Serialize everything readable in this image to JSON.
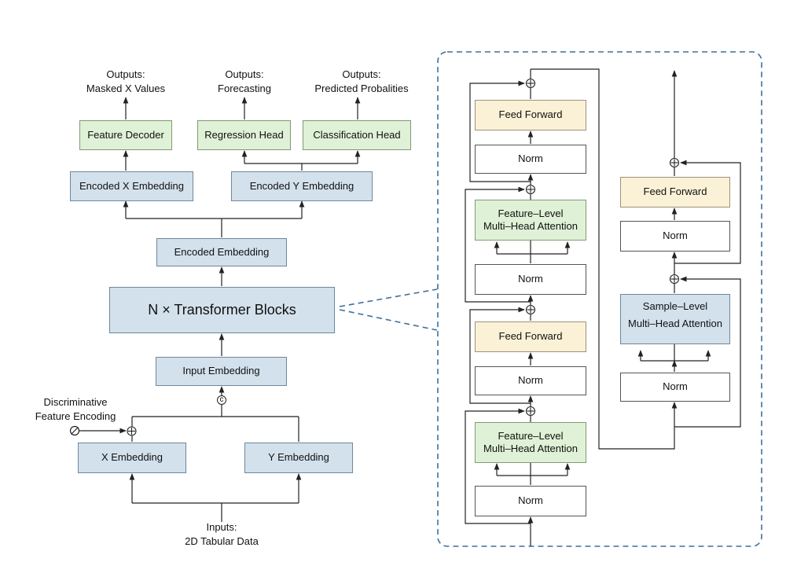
{
  "left": {
    "outputs": {
      "masked": {
        "line1": "Outputs:",
        "line2": "Masked X Values"
      },
      "forecast": {
        "line1": "Outputs:",
        "line2": "Forecasting"
      },
      "predicted": {
        "line1": "Outputs:",
        "line2": "Predicted Probalities"
      }
    },
    "heads": {
      "feature_decoder": "Feature Decoder",
      "regression_head": "Regression Head",
      "classification_head": "Classification Head"
    },
    "encoded_x": "Encoded X Embedding",
    "encoded_y": "Encoded Y Embedding",
    "encoded_embedding": "Encoded Embedding",
    "transformer_blocks": "N × Transformer Blocks",
    "input_embedding": "Input Embedding",
    "concat_symbol": "c",
    "discriminative": {
      "line1": "Discriminative",
      "line2": "Feature Encoding"
    },
    "x_embedding": "X Embedding",
    "y_embedding": "Y Embedding",
    "inputs": {
      "line1": "Inputs:",
      "line2": "2D Tabular Data"
    }
  },
  "right": {
    "feed_forward": "Feed Forward",
    "norm": "Norm",
    "feature_attention": {
      "line1": "Feature–Level",
      "line2": "Multi–Head Attention"
    },
    "sample_attention": {
      "line1": "Sample–Level",
      "line2": "Multi–Head Attention"
    }
  },
  "colors": {
    "blue_box": "#d3e1ec",
    "green_box": "#dff1d6",
    "yellow_box": "#fbf1d6",
    "dashed_border": "#3f6f9c"
  }
}
